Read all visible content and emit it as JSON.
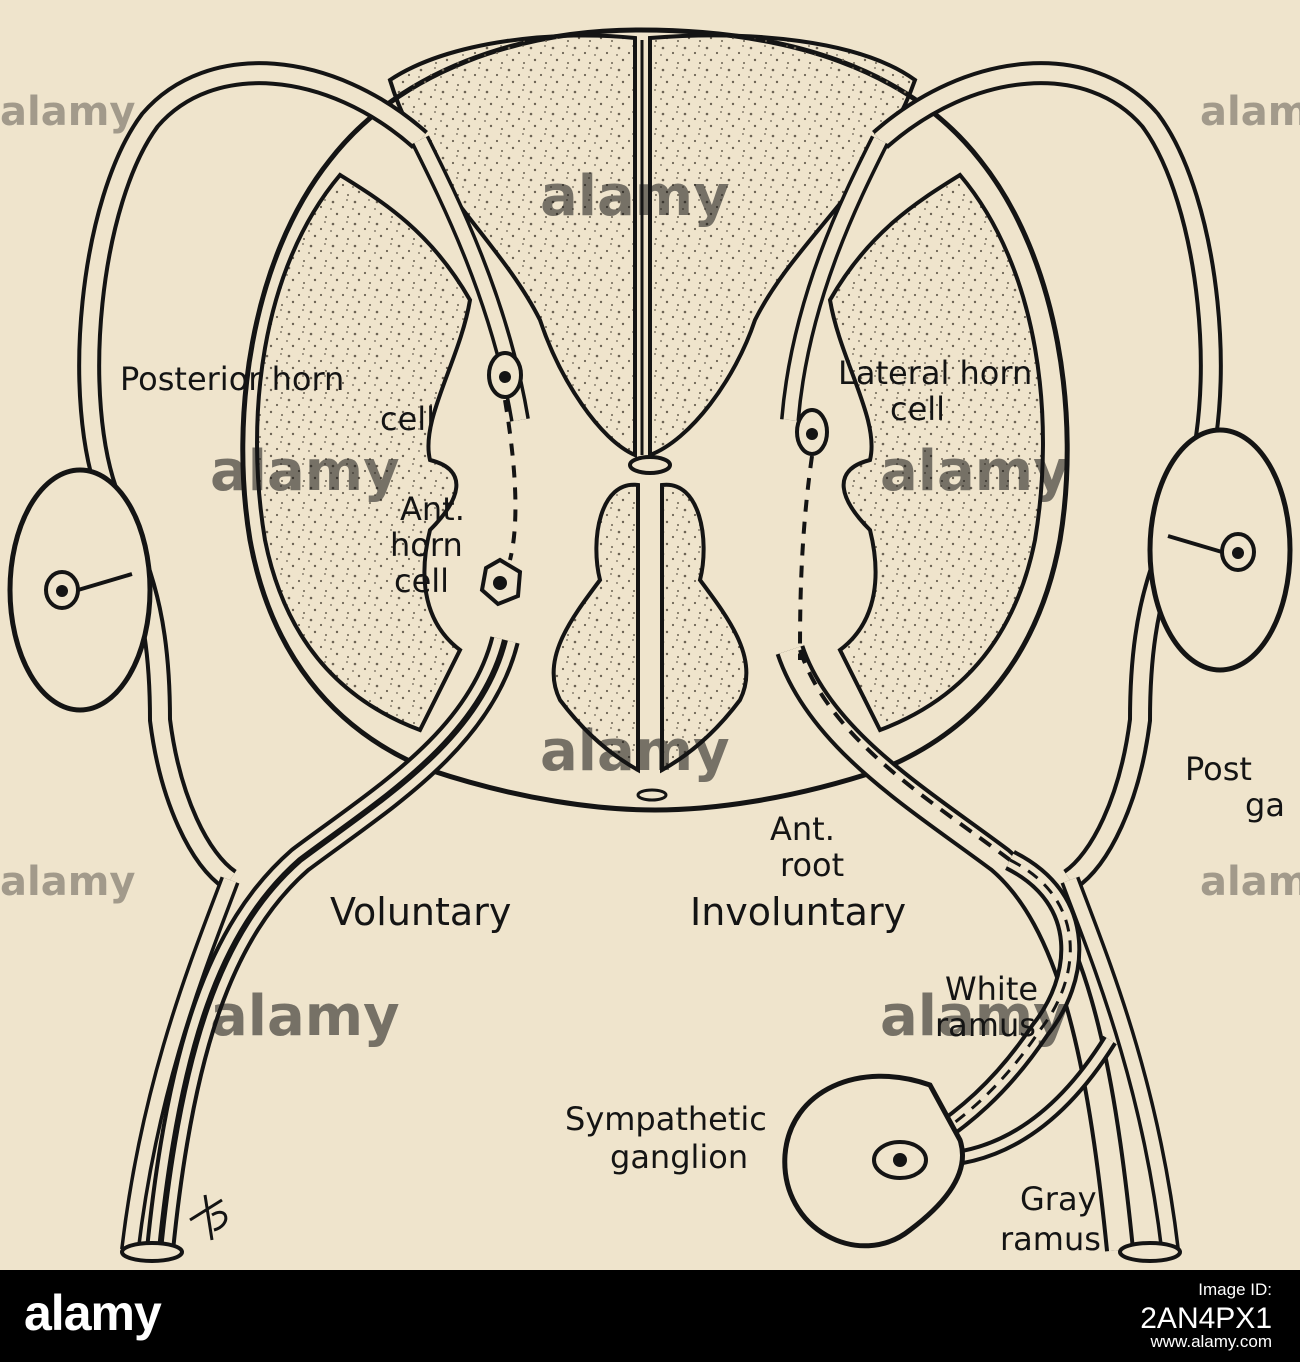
{
  "diagram": {
    "labels": {
      "posterior_horn_cell": [
        "Posterior horn",
        "cell"
      ],
      "ant_horn_cell": [
        "Ant.",
        "horn",
        "cell"
      ],
      "lateral_horn_cell": [
        "Lateral horn",
        "cell"
      ],
      "ant_root": [
        "Ant.",
        "root"
      ],
      "voluntary": "Voluntary",
      "involuntary": "Involuntary",
      "white_ramus": [
        "White",
        "ramus"
      ],
      "sympathetic_ganglion": [
        "Sympathetic",
        "ganglion"
      ],
      "gray_ramus": [
        "Gray",
        "ramus"
      ],
      "posterior_root_ganglion_cut": [
        "Post",
        "ga"
      ]
    },
    "colors": {
      "paper": "#efe4cc",
      "ink": "#141414",
      "stipple": "#6b6253"
    }
  },
  "watermark": {
    "text": "alamy"
  },
  "footer": {
    "brand": "alamy",
    "image_id_label": "Image ID:",
    "image_id": "2AN4PX1",
    "url": "www.alamy.com"
  }
}
